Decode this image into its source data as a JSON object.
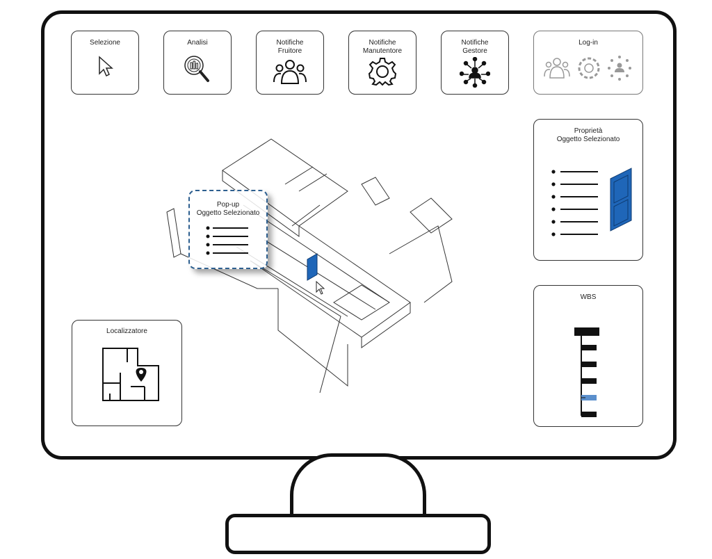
{
  "toolbar": [
    {
      "label": "Selezione",
      "icon": "cursor-icon"
    },
    {
      "label": "Analisi",
      "icon": "analysis-magnifier-icon"
    },
    {
      "label": "Notifiche\nFruitore",
      "icon": "users-group-icon"
    },
    {
      "label": "Notifiche\nManutentore",
      "icon": "gear-icon"
    },
    {
      "label": "Notifiche\nGestore",
      "icon": "network-user-icon"
    },
    {
      "label": "Log-in",
      "icon": "login-icons"
    }
  ],
  "properties": {
    "title": "Proprietà\nOggetto Selezionato",
    "highlight_color": "#1f66b8"
  },
  "popup": {
    "title": "Pop-up\nOggetto Selezionato"
  },
  "wbs": {
    "title": "WBS",
    "highlight_color": "#5b8fcc"
  },
  "locator": {
    "title": "Localizzatore"
  }
}
